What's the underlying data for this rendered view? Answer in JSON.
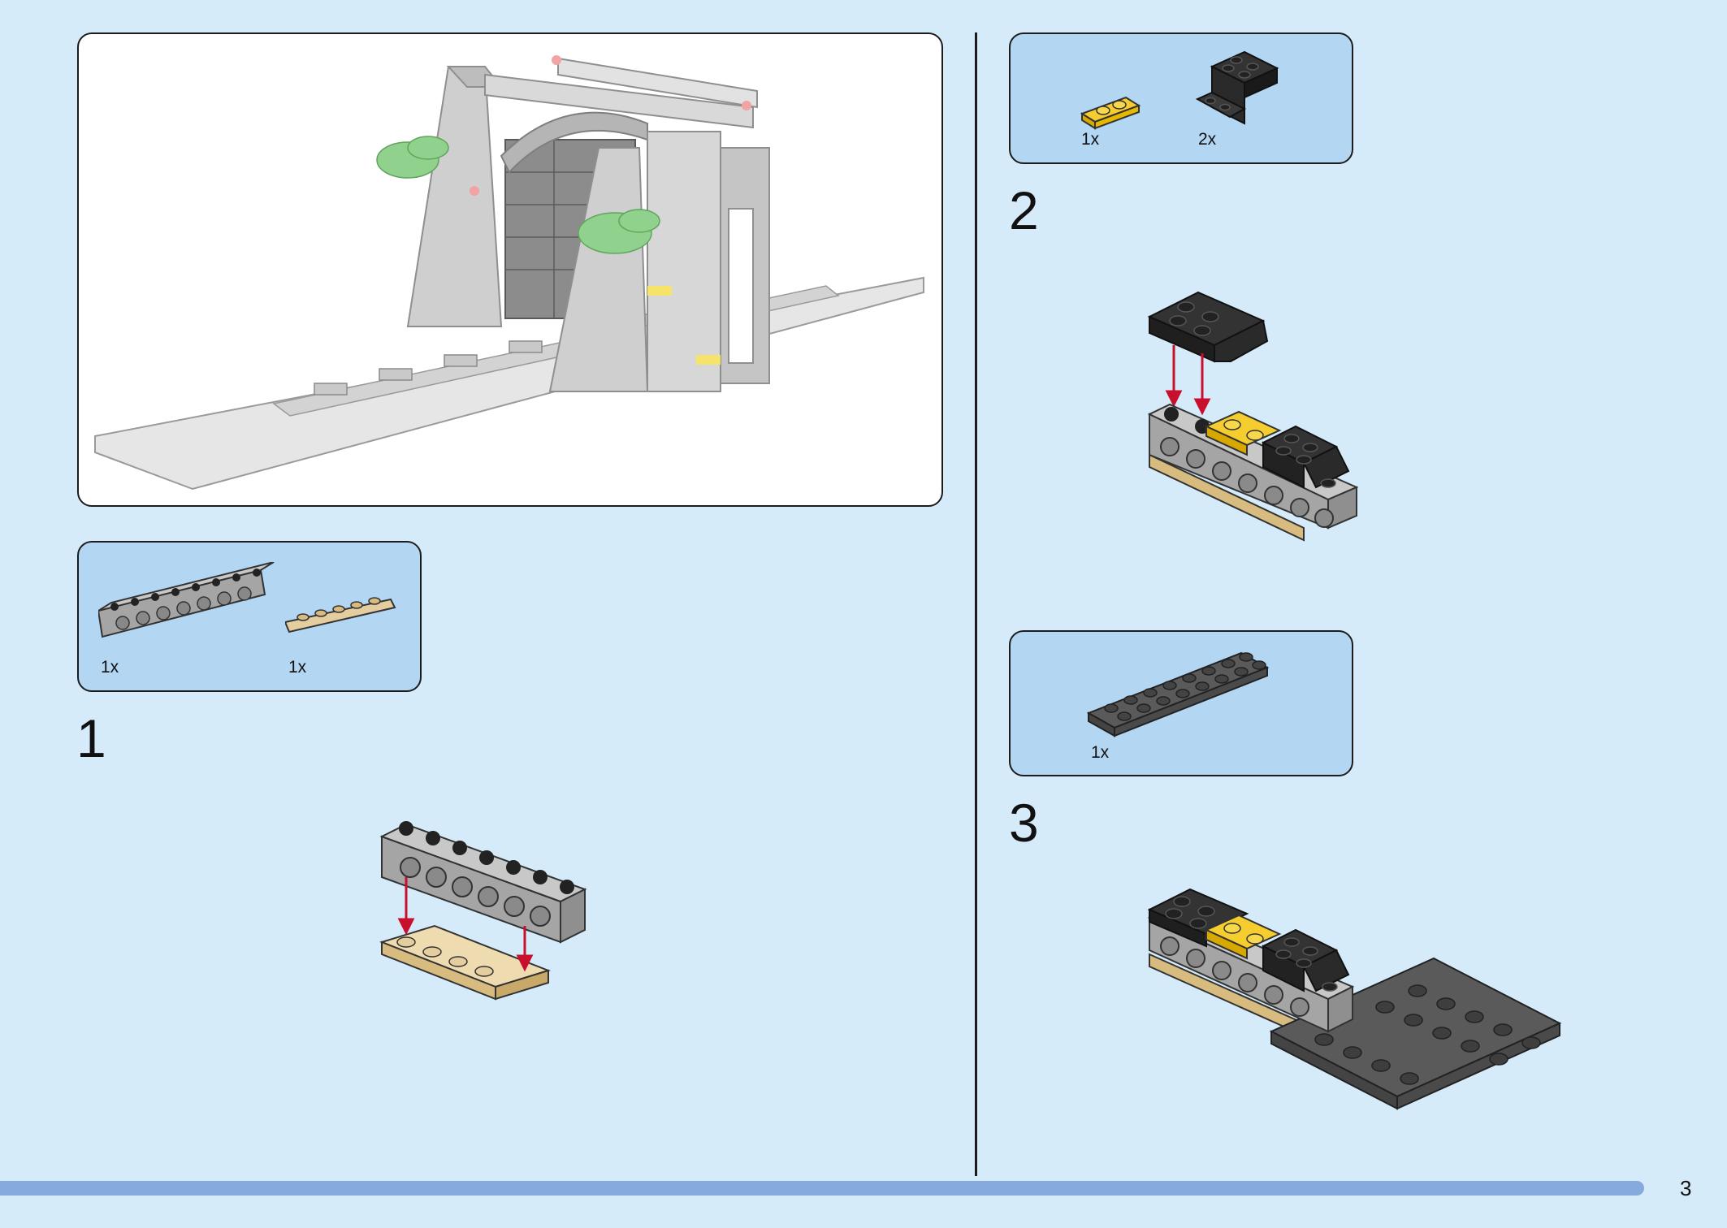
{
  "page": {
    "number": "3"
  },
  "preview": {
    "description_icon": "train-tunnel-model-preview"
  },
  "steps": [
    {
      "number": "1",
      "parts": [
        {
          "qty": "1x",
          "icon": "light-gray-technic-brick-1x8"
        },
        {
          "qty": "1x",
          "icon": "tan-plate-1x6"
        }
      ]
    },
    {
      "number": "2",
      "parts": [
        {
          "qty": "1x",
          "icon": "yellow-plate-1x2"
        },
        {
          "qty": "2x",
          "icon": "black-bracket-2x2"
        }
      ]
    },
    {
      "number": "3",
      "parts": [
        {
          "qty": "1x",
          "icon": "dark-gray-plate-2x8"
        }
      ]
    }
  ],
  "colors": {
    "background": "#d6ebfa",
    "parts_box": "#b3d6f3",
    "arrow": "#c8102e",
    "light_gray": "#a5a5a5",
    "dark_gray": "#5a5a5a",
    "black": "#2a2a2a",
    "yellow": "#f5cd2f",
    "tan": "#e4cd9e",
    "progress": "#87aadc"
  }
}
